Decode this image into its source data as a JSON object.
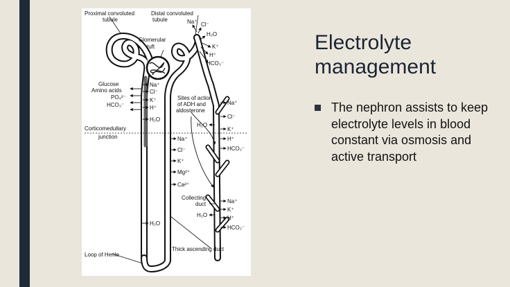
{
  "slide": {
    "title": "Electrolyte management",
    "bullet": "The nephron assists to keep electrolyte levels in blood constant via osmosis and active transport"
  },
  "colors": {
    "background": "#ebe6dc",
    "accent_bar": "#1d2a3a",
    "title": "#1a2533"
  },
  "diagram": {
    "labels": {
      "proximal": [
        "Proximal convoluted",
        "tubule"
      ],
      "distal": [
        "Distal convoluted",
        "tubule"
      ],
      "glomerular": [
        "Glomerular",
        "tuft"
      ],
      "left_in": [
        "Glucose",
        "Amino acids",
        "PO₄²⁻",
        "HCO₃⁻"
      ],
      "left_out": [
        "Na⁺",
        "Cl⁻",
        "K⁺",
        "H⁺",
        "H₂O"
      ],
      "junction": [
        "Corticomedullary",
        "junction"
      ],
      "distal_ions": [
        "Na⁺",
        "Cl⁻",
        "H₂O",
        "K⁺",
        "H⁺",
        "HCO₃⁻"
      ],
      "adh": [
        "Sites of action",
        "of ADH and",
        "aldosterone"
      ],
      "asc_ions": [
        "Na⁺",
        "Cl⁻",
        "K⁺",
        "Mg²⁺",
        "Ca²⁺"
      ],
      "right_top": [
        "Na⁺",
        "Cl⁻",
        "K⁺",
        "H⁺",
        "HCO₃⁻"
      ],
      "right_h2o": "H₂O",
      "collecting": [
        "Collecting",
        "duct"
      ],
      "collect_ions": [
        "Na⁺",
        "K⁺",
        "H⁺",
        "HCO₃⁻"
      ],
      "collect_h2o": "H₂O",
      "desc_h2o": "H₂O",
      "thick": "Thick ascending duct",
      "loop": "Loop of Henle"
    }
  }
}
